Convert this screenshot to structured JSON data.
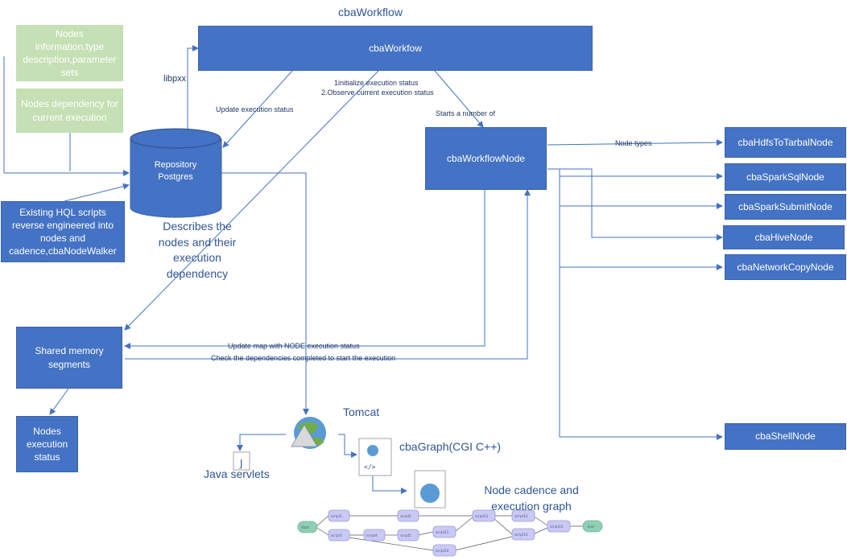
{
  "title": "cbaWorkflow",
  "workflow_box": "cbaWorkfow",
  "workflow_node_box": "cbaWorkflowNode",
  "green_boxes": {
    "nodes_info": "Nodes information,type description,parameter sets",
    "nodes_dependency": "Nodes dependency for current execution"
  },
  "repository": {
    "line1": "Repository",
    "line2": "Postgres"
  },
  "hql_box": "Existing HQL scripts reverse engineered into nodes and cadence,cbaNodeWalker",
  "shared_memory": "Shared memory segments",
  "nodes_exec_status": "Nodes execution status",
  "describes_text": "Describes the nodes and their execution dependency",
  "labels": {
    "libpxx": "libpxx",
    "update_status": "Update execution status",
    "init_status": "1initialize execution status",
    "observe_status": "2.Observe current execution status",
    "starts_number": "Starts a number of",
    "node_types": "Node types",
    "update_map": "Update map with NODE execution status",
    "check_deps": "Check the dependencies completed to start the execution"
  },
  "node_types": [
    "cbaHdfsToTarbalNode",
    "cbaSparkSqlNode",
    "cbaSparkSubmitNode",
    "cbaHiveNode",
    "cbaNetworkCopyNode",
    "cbaShellNode"
  ],
  "tomcat": "Tomcat",
  "java_servlets": "Java servlets",
  "cbagraph": "cbaGraph(CGI C++)",
  "cadence_text": "Node cadence and execution graph",
  "graph_nodes": [
    "Start",
    "script1",
    "script2",
    "script3",
    "script4",
    "script5",
    "script6",
    "script10",
    "script11",
    "script12",
    "script13",
    "script14",
    "script15",
    "End"
  ],
  "colors": {
    "box": "#4472c4",
    "green": "#c5e0b4",
    "text_blue": "#2f5597"
  }
}
